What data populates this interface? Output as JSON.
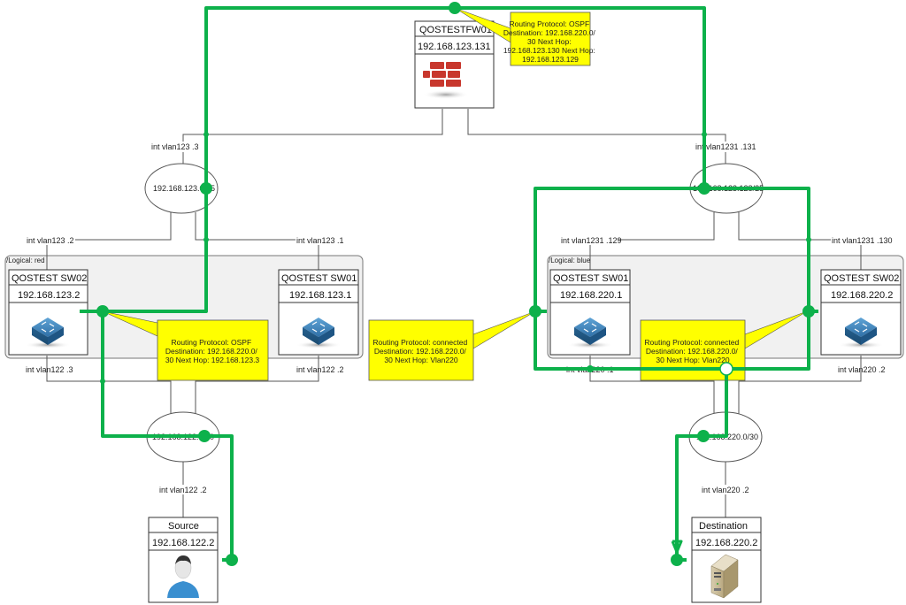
{
  "diagram": {
    "path_color": "#0db14b",
    "callout_color": "#ffff00",
    "nodes": {
      "firewall": {
        "name": "QOSTESTFW01",
        "ip": "192.168.123.131",
        "icon": "firewall-icon"
      },
      "red_sw02": {
        "name": "QOSTEST SW02",
        "ip": "192.168.123.2",
        "icon": "switch-icon"
      },
      "red_sw01": {
        "name": "QOSTEST SW01",
        "ip": "192.168.123.1",
        "icon": "switch-icon"
      },
      "blue_sw01": {
        "name": "QOSTEST SW01",
        "ip": "192.168.220.1",
        "icon": "switch-icon"
      },
      "blue_sw02": {
        "name": "QOSTEST SW02",
        "ip": "192.168.220.2",
        "icon": "switch-icon"
      },
      "source": {
        "name": "Source",
        "ip": "192.168.122.2",
        "icon": "user-icon"
      },
      "destination": {
        "name": "Destination",
        "ip": "192.168.220.2",
        "icon": "server-icon"
      }
    },
    "groups": {
      "red": "/Logical: red",
      "blue": "/Logical: blue"
    },
    "networks": {
      "left_upper": "192.168.123.0/25",
      "right_upper": "192.168.123.128/25",
      "left_lower": "192.168.122.0/30",
      "right_lower": "192.168.220.0/30"
    },
    "interfaces": {
      "fw_left": "int vlan123 .3",
      "fw_right": "int vlan1231 .131",
      "red_sw02_up": "int vlan123 .2",
      "red_sw01_up": "int vlan123 .1",
      "red_sw02_down": "int vlan122 .3",
      "red_sw01_down": "int vlan122 .2",
      "source_up": "int vlan122 .2",
      "blue_sw01_up": "int vlan1231 .129",
      "blue_sw02_up": "int vlan1231 .130",
      "blue_sw01_down": "int vlan220 .1",
      "blue_sw02_down": "int vlan220 .2",
      "dest_up": "int vlan220 .2"
    },
    "callouts": {
      "fw": [
        "Routing Protocol: OSPF",
        "Destination: 192.168.220.0/",
        "30 Next Hop:",
        "192.168.123.130 Next Hop:",
        "192.168.123.129"
      ],
      "red": [
        "Routing Protocol: OSPF",
        "Destination: 192.168.220.0/",
        "30 Next Hop: 192.168.123.3"
      ],
      "blue_left": [
        "Routing Protocol: connected",
        "Destination: 192.168.220.0/",
        "30 Next Hop: Vlan220"
      ],
      "blue_mid": [
        "Routing Protocol: connected",
        "Destination: 192.168.220.0/",
        "30 Next Hop: Vlan220"
      ]
    }
  }
}
